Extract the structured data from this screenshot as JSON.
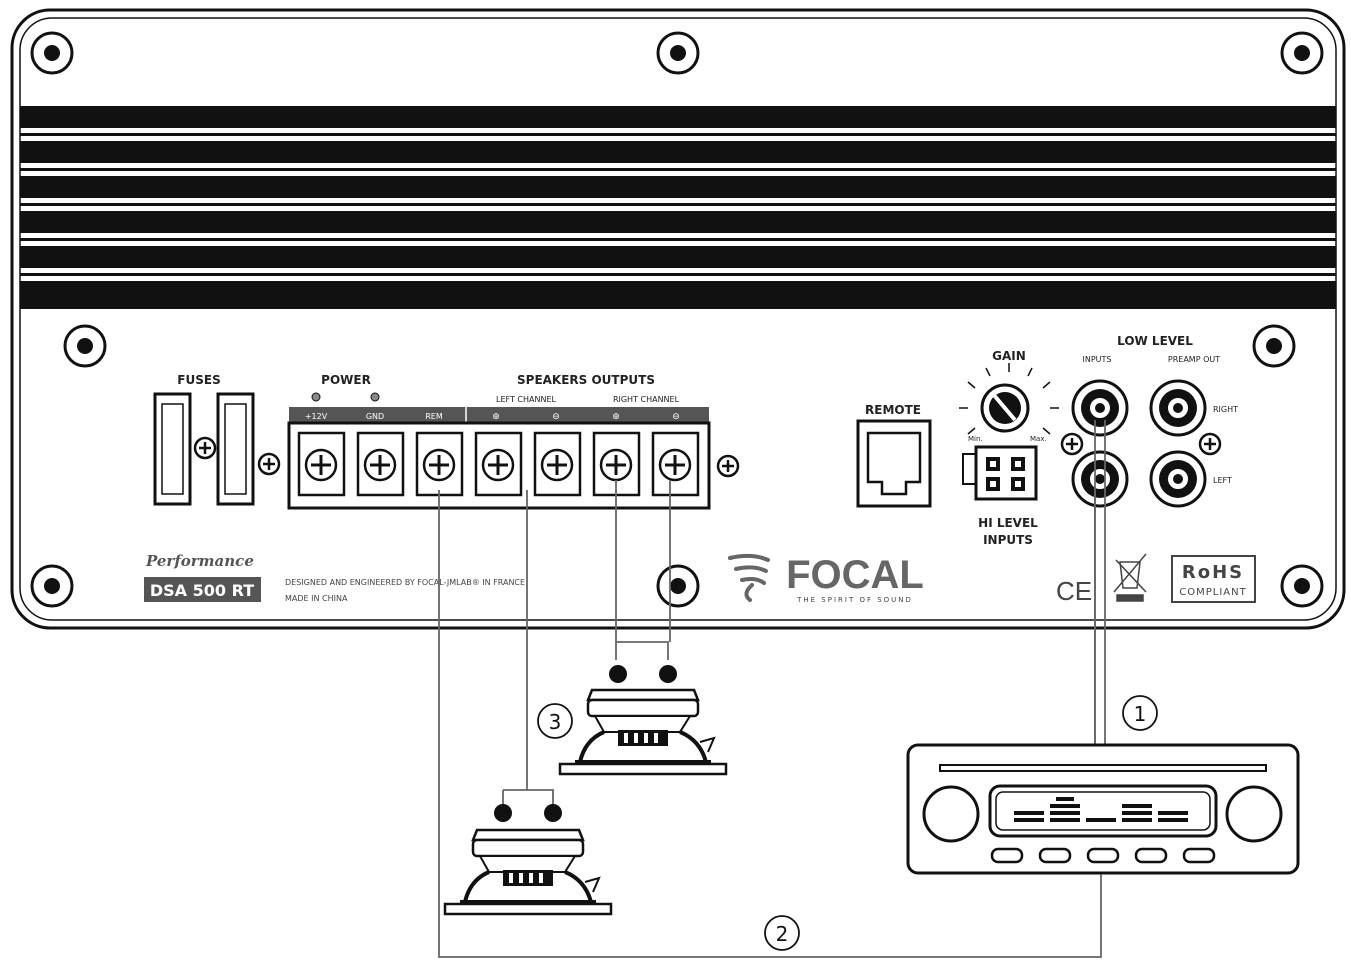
{
  "labels": {
    "fuses": "FUSES",
    "power": "POWER",
    "terminal_12v": "+12V",
    "terminal_gnd": "GND",
    "terminal_rem": "REM",
    "speakers_outputs": "SPEAKERS OUTPUTS",
    "left_channel": "LEFT CHANNEL",
    "right_channel": "RIGHT CHANNEL",
    "remote": "REMOTE",
    "gain": "GAIN",
    "gain_min": "Min.",
    "gain_max": "Max.",
    "hi_level_line1": "HI LEVEL",
    "hi_level_line2": "INPUTS",
    "low_level": "LOW LEVEL",
    "inputs": "INPUTS",
    "preamp_out": "PREAMP OUT",
    "right": "RIGHT",
    "left": "LEFT",
    "performance": "Performance",
    "model": "DSA 500 RT",
    "designed_line": "DESIGNED AND ENGINEERED BY FOCAL-JMLAB® IN FRANCE",
    "made_in": "MADE IN CHINA",
    "brand": "FOCAL",
    "tagline": "THE SPIRIT OF SOUND",
    "ce": "CE",
    "rohs_line1": "RoHS",
    "rohs_line2": "COMPLIANT"
  },
  "callouts": [
    "1",
    "2",
    "3"
  ],
  "icons": [
    "screw-icon",
    "focal-logo-icon",
    "weee-bin-icon",
    "ce-mark-icon"
  ]
}
